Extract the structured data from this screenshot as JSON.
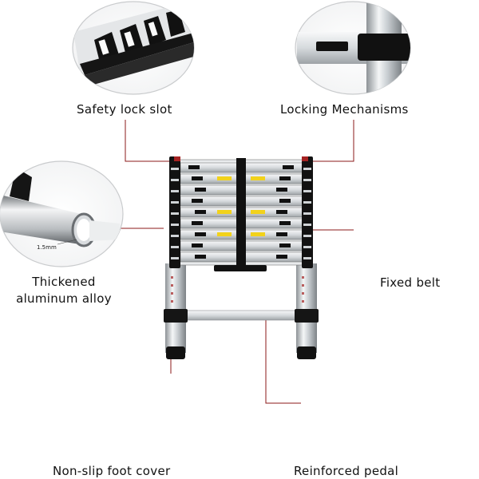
{
  "callouts": {
    "safety_lock_slot": "Safety lock slot",
    "locking_mechanisms": "Locking Mechanisms",
    "thickened_line1": "Thickened",
    "thickened_line2": "aluminum alloy",
    "fixed_belt": "Fixed belt",
    "foot_cover": "Non-slip foot cover",
    "reinforced_pedal": "Reinforced pedal",
    "thickness_note": "1.5mm"
  },
  "colors": {
    "leader_line": "#8b1a1a",
    "aluminum": "#cfd3d6",
    "black_parts": "#111111",
    "warning_label": "#f2d21b"
  }
}
